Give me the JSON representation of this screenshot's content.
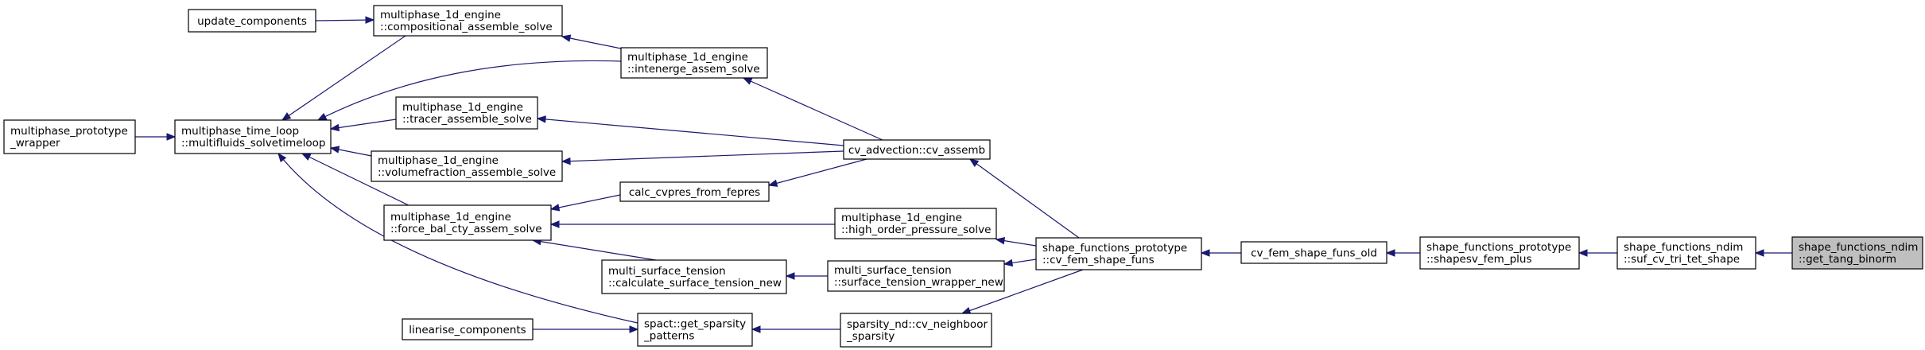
{
  "graph": {
    "edge_color": "#191970",
    "highlight_fill": "#bfbfbf",
    "nodes": {
      "update_components": [
        "update_components"
      ],
      "compositional_solve": [
        "multiphase_1d_engine",
        "::compositional_assemble_solve"
      ],
      "intenerge_solve": [
        "multiphase_1d_engine",
        "::intenerge_assem_solve"
      ],
      "prototype_wrapper": [
        "multiphase_prototype",
        "_wrapper"
      ],
      "time_loop": [
        "multiphase_time_loop",
        "::multifluids_solvetimeloop"
      ],
      "tracer_solve": [
        "multiphase_1d_engine",
        "::tracer_assemble_solve"
      ],
      "volumefraction_solve": [
        "multiphase_1d_engine",
        "::volumefraction_assemble_solve"
      ],
      "cv_assemb": [
        "cv_advection::cv_assemb"
      ],
      "calc_cvpres": [
        "calc_cvpres_from_fepres"
      ],
      "force_bal": [
        "multiphase_1d_engine",
        "::force_bal_cty_assem_solve"
      ],
      "high_order_pressure": [
        "multiphase_1d_engine",
        "::high_order_pressure_solve"
      ],
      "surface_tension_new": [
        "multi_surface_tension",
        "::calculate_surface_tension_new"
      ],
      "surface_tension_wrapper": [
        "multi_surface_tension",
        "::surface_tension_wrapper_new"
      ],
      "linearise_components": [
        "linearise_components"
      ],
      "get_sparsity": [
        "spact::get_sparsity",
        "_patterns"
      ],
      "cv_neighbour_sparsity": [
        "sparsity_nd::cv_neighboor",
        "_sparsity"
      ],
      "cv_fem_shape_funs": [
        "shape_functions_prototype",
        "::cv_fem_shape_funs"
      ],
      "cv_fem_shape_funs_old": [
        "cv_fem_shape_funs_old"
      ],
      "shapesv_fem_plus": [
        "shape_functions_prototype",
        "::shapesv_fem_plus"
      ],
      "suf_cv_tri_tet_shape": [
        "shape_functions_ndim",
        "::suf_cv_tri_tet_shape"
      ],
      "get_tang_binorm": [
        "shape_functions_ndim",
        "::get_tang_binorm"
      ]
    }
  }
}
